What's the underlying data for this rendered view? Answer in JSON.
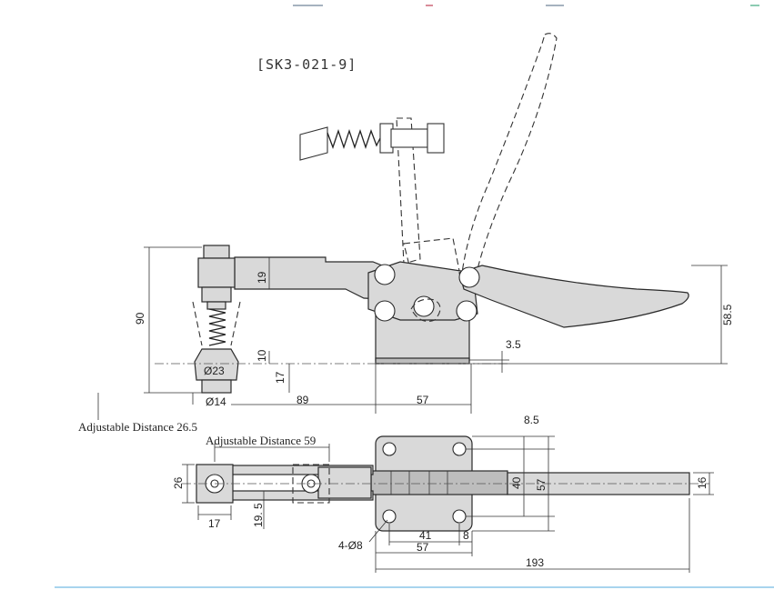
{
  "model_code": "[SK3-021-9]",
  "side_view": {
    "dim_height_total": "90",
    "dim_arm_thickness": "19",
    "dim_10": "10",
    "dim_17": "17",
    "dim_spindle_head": "Ø23",
    "dim_spindle_tip": "Ø14",
    "dim_reach": "89",
    "dim_base_length": "57",
    "dim_base_offset": "3.5",
    "dim_handle_height": "58.5",
    "note_adjustable": "Adjustable Distance 26.5"
  },
  "top_view": {
    "note_adjustable": "Adjustable Distance 59",
    "dim_26": "26",
    "dim_17": "17",
    "dim_19_5": "19. 5",
    "dim_hole_offset": "8.5",
    "dim_hole_spacing_v": "40",
    "dim_base_width": "57",
    "dim_handle_width": "16",
    "dim_holes": "4-Ø8",
    "dim_hole_spacing_h": "41",
    "dim_hole_edge": "8",
    "dim_base_length": "57",
    "dim_overall": "193"
  },
  "colors": {
    "part_fill": "#d9d9d9",
    "line": "#2a2a2a",
    "accent_bottom": "#a8d4ee"
  }
}
